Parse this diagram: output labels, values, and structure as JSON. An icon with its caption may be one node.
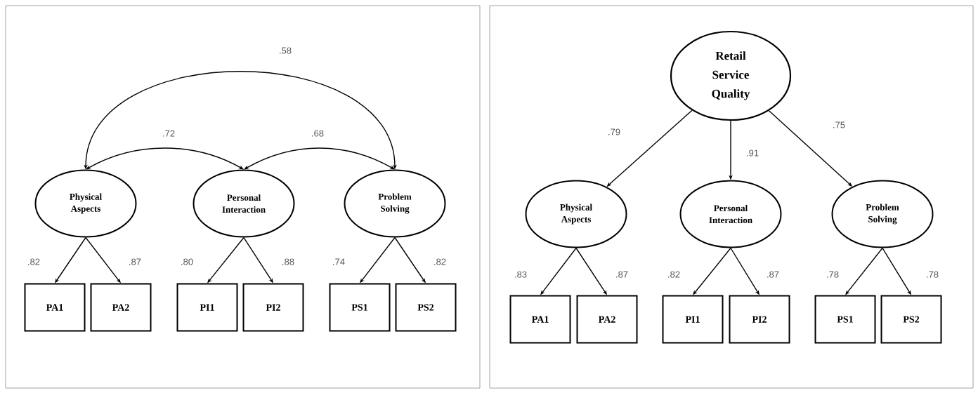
{
  "diagram": {
    "nodes": [
      {
        "text": [
          "Physical Aspects"
        ]
      },
      {
        "text": [
          "Personal Interaction"
        ]
      },
      {
        "text": [
          "Problem Solving"
        ]
      },
      {
        "text": [
          "PA1"
        ]
      },
      {
        "text": [
          "PA2"
        ]
      },
      {
        "text": [
          "PI1"
        ]
      },
      {
        "text": [
          "PI2"
        ]
      },
      {
        "text": [
          "PS1"
        ]
      },
      {
        "text": [
          "PS2"
        ]
      },
      {
        "text": [
          "Retail Service Quality"
        ]
      },
      {
        "text": [
          "Physical Aspects"
        ]
      },
      {
        "text": [
          "Personal Interaction"
        ]
      },
      {
        "text": [
          "Problem Solving"
        ]
      },
      {
        "text": [
          "PA1"
        ]
      },
      {
        "text": [
          "PA2"
        ]
      },
      {
        "text": [
          "PI1"
        ]
      },
      {
        "text": [
          "PI2"
        ]
      },
      {
        "text": [
          "PS1"
        ]
      },
      {
        "text": [
          "PS2"
        ]
      }
    ],
    "edges": [
      {
        "from": 0,
        "to": 2,
        "arrow": "both",
        "label": ".58"
      },
      {
        "from": 0,
        "to": 1,
        "arrow": "both",
        "label": ".72"
      },
      {
        "from": 1,
        "to": 2,
        "arrow": "both",
        "label": ".68"
      },
      {
        "from": 0,
        "to": 3,
        "arrow": "to",
        "label": ".82"
      },
      {
        "from": 0,
        "to": 4,
        "arrow": "to",
        "label": ".87"
      },
      {
        "from": 1,
        "to": 5,
        "arrow": "to",
        "label": ".80"
      },
      {
        "from": 1,
        "to": 6,
        "arrow": "to",
        "label": ".88"
      },
      {
        "from": 2,
        "to": 7,
        "arrow": "to",
        "label": ".74"
      },
      {
        "from": 2,
        "to": 8,
        "arrow": "to",
        "label": ".82"
      },
      {
        "from": 9,
        "to": 10,
        "arrow": "to",
        "label": ".79"
      },
      {
        "from": 9,
        "to": 11,
        "arrow": "to",
        "label": ".91"
      },
      {
        "from": 9,
        "to": 12,
        "arrow": "to",
        "label": ".75"
      },
      {
        "from": 10,
        "to": 13,
        "arrow": "to",
        "label": ".83"
      },
      {
        "from": 10,
        "to": 14,
        "arrow": "to",
        "label": ".87"
      },
      {
        "from": 11,
        "to": 15,
        "arrow": "to",
        "label": ".82"
      },
      {
        "from": 11,
        "to": 16,
        "arrow": "to",
        "label": ".87"
      },
      {
        "from": 12,
        "to": 17,
        "arrow": "to",
        "label": ".78"
      },
      {
        "from": 12,
        "to": 18,
        "arrow": "to",
        "label": ".78"
      }
    ]
  }
}
